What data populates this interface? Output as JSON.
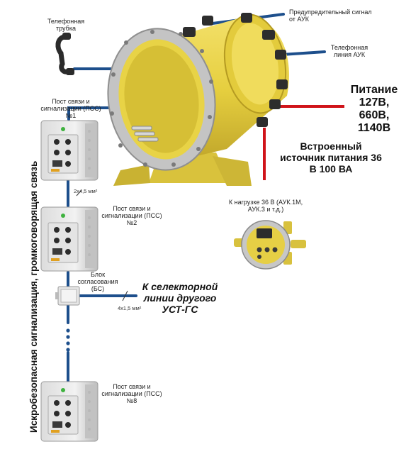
{
  "labels": {
    "handset": "Телефонная трубка",
    "warning_signal": "Предупредительный сигнал от АУК",
    "phone_line": "Телефонная линия АУК",
    "power": "Питание 127В, 660В, 1140В",
    "builtin_power": "Встроенный источник питания 36 В 100 ВА",
    "load": "К нагрузке 36 В (АУК.1М, АУК.3 и т.д.)",
    "pss1": "Пост связи и сигнализации (ПСС) №1",
    "pss2": "Пост связи и сигнализации (ПСС) №2",
    "pss8": "Пост связи и сигнализации (ПСС) №8",
    "bs": "Блок согласования (БС)",
    "selector": "К селекторной линии другого УСТ-ГС",
    "cable1": "2х4,5 мм²",
    "cable2": "4х1,5 мм²",
    "vertical": "Искробезопасная сигнализация, громкоговорящая связь"
  },
  "colors": {
    "blue_line": "#1d4f8c",
    "red_line": "#d0141a",
    "yellow_body": "#e8d24a",
    "flange": "#c9c9c9",
    "dark": "#2b2b2b"
  }
}
